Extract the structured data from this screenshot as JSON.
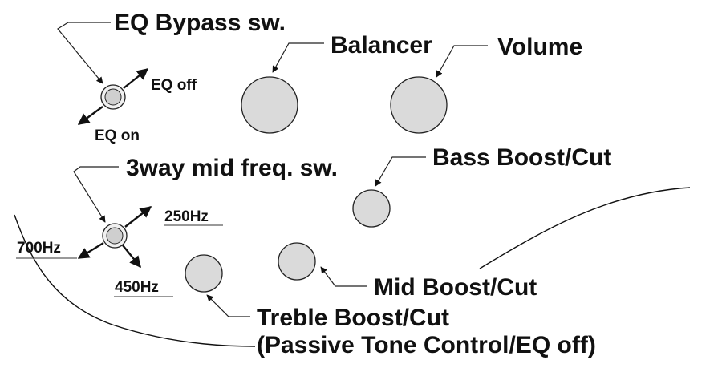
{
  "labels": {
    "eq_bypass": "EQ Bypass sw.",
    "eq_off": "EQ off",
    "eq_on": "EQ on",
    "balancer": "Balancer",
    "volume": "Volume",
    "bass": "Bass Boost/Cut",
    "mid_freq_sw": "3way mid freq. sw.",
    "hz250": "250Hz",
    "hz700": "700Hz",
    "hz450": "450Hz",
    "mid": "Mid Boost/Cut",
    "treble": "Treble Boost/Cut",
    "treble_note": "(Passive Tone Control/EQ off)"
  }
}
